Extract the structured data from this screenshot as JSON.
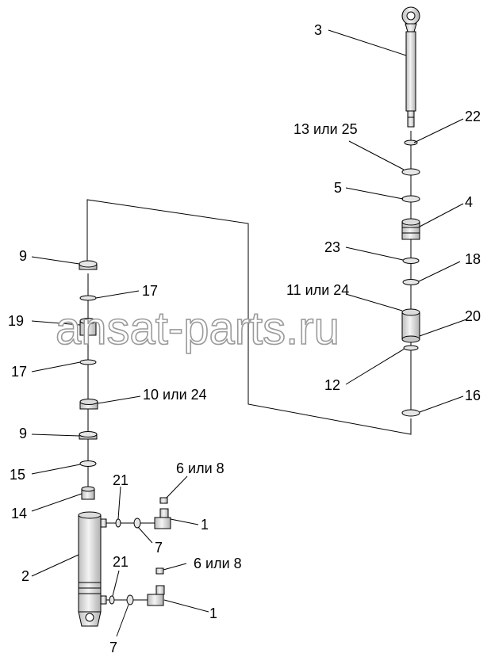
{
  "diagram": {
    "callouts": [
      {
        "id": "c3",
        "text": "3"
      },
      {
        "id": "c22",
        "text": "22"
      },
      {
        "id": "c13",
        "text": "13 или 25"
      },
      {
        "id": "c5",
        "text": "5"
      },
      {
        "id": "c4",
        "text": "4"
      },
      {
        "id": "c23",
        "text": "23"
      },
      {
        "id": "c18",
        "text": "18"
      },
      {
        "id": "c11",
        "text": "11 или 24"
      },
      {
        "id": "c20",
        "text": "20"
      },
      {
        "id": "c12",
        "text": "12"
      },
      {
        "id": "c16",
        "text": "16"
      },
      {
        "id": "c9a",
        "text": "9"
      },
      {
        "id": "c17a",
        "text": "17"
      },
      {
        "id": "c19",
        "text": "19"
      },
      {
        "id": "c17b",
        "text": "17"
      },
      {
        "id": "c10",
        "text": "10 или 24"
      },
      {
        "id": "c9b",
        "text": "9"
      },
      {
        "id": "c15",
        "text": "15"
      },
      {
        "id": "c14",
        "text": "14"
      },
      {
        "id": "c21a",
        "text": "21"
      },
      {
        "id": "c6a",
        "text": "6 или 8"
      },
      {
        "id": "c1a",
        "text": "1"
      },
      {
        "id": "c7a",
        "text": "7"
      },
      {
        "id": "c2",
        "text": "2"
      },
      {
        "id": "c21b",
        "text": "21"
      },
      {
        "id": "c6b",
        "text": "6 или 8"
      },
      {
        "id": "c1b",
        "text": "1"
      },
      {
        "id": "c7b",
        "text": "7"
      }
    ],
    "watermark": "ansat-parts.ru"
  },
  "colors": {
    "part_fill": "#e8e8e8",
    "part_shade": "#c8c8c8",
    "line": "#000000",
    "watermark_stroke": "#9a9a9a"
  }
}
